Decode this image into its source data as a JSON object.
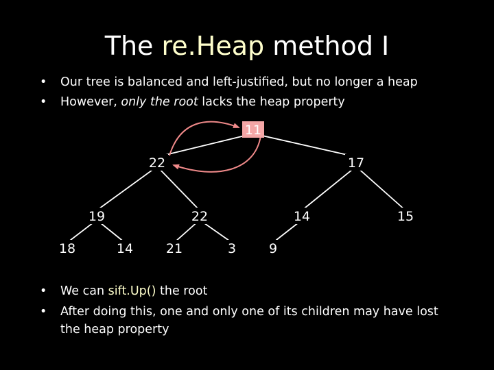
{
  "title": {
    "prefix": "The ",
    "accent": "re.Heap",
    "suffix": " method I"
  },
  "colors": {
    "background": "#000000",
    "text": "#ffffff",
    "accent": "#ffffcc",
    "root_highlight": "#f4a6a6",
    "arrow": "#f08a8a",
    "edge": "#ffffff"
  },
  "bullets_top": [
    {
      "bullet": "•",
      "text": "Our tree is balanced and left-justified, but no longer a heap"
    },
    {
      "bullet": "•",
      "before": "However, ",
      "italic": "only the root",
      "after": " lacks the heap property"
    }
  ],
  "bullets_bottom": [
    {
      "bullet": "•",
      "before": "We can ",
      "code": "sift.Up()",
      "after": " the root"
    },
    {
      "bullet": "•",
      "text": "After doing this, one and only one of its children may have lost the heap property"
    }
  ],
  "tree": {
    "nodes": [
      {
        "id": "n0",
        "label": "11",
        "highlight": true
      },
      {
        "id": "n1",
        "label": "22"
      },
      {
        "id": "n2",
        "label": "17"
      },
      {
        "id": "n3",
        "label": "19"
      },
      {
        "id": "n4",
        "label": "22"
      },
      {
        "id": "n5",
        "label": "14"
      },
      {
        "id": "n6",
        "label": "15"
      },
      {
        "id": "n7",
        "label": "18"
      },
      {
        "id": "n8",
        "label": "14"
      },
      {
        "id": "n9",
        "label": "21"
      },
      {
        "id": "n10",
        "label": "3"
      },
      {
        "id": "n11",
        "label": "9"
      }
    ],
    "edges": [
      [
        "n0",
        "n1"
      ],
      [
        "n0",
        "n2"
      ],
      [
        "n1",
        "n3"
      ],
      [
        "n1",
        "n4"
      ],
      [
        "n2",
        "n5"
      ],
      [
        "n2",
        "n6"
      ],
      [
        "n3",
        "n7"
      ],
      [
        "n3",
        "n8"
      ],
      [
        "n4",
        "n9"
      ],
      [
        "n4",
        "n10"
      ],
      [
        "n5",
        "n11"
      ]
    ],
    "arrows": [
      {
        "name": "swap-arrow-to-root",
        "from": "n1",
        "to": "n0"
      },
      {
        "name": "swap-arrow-to-child",
        "from": "n0",
        "to": "n1"
      }
    ]
  }
}
